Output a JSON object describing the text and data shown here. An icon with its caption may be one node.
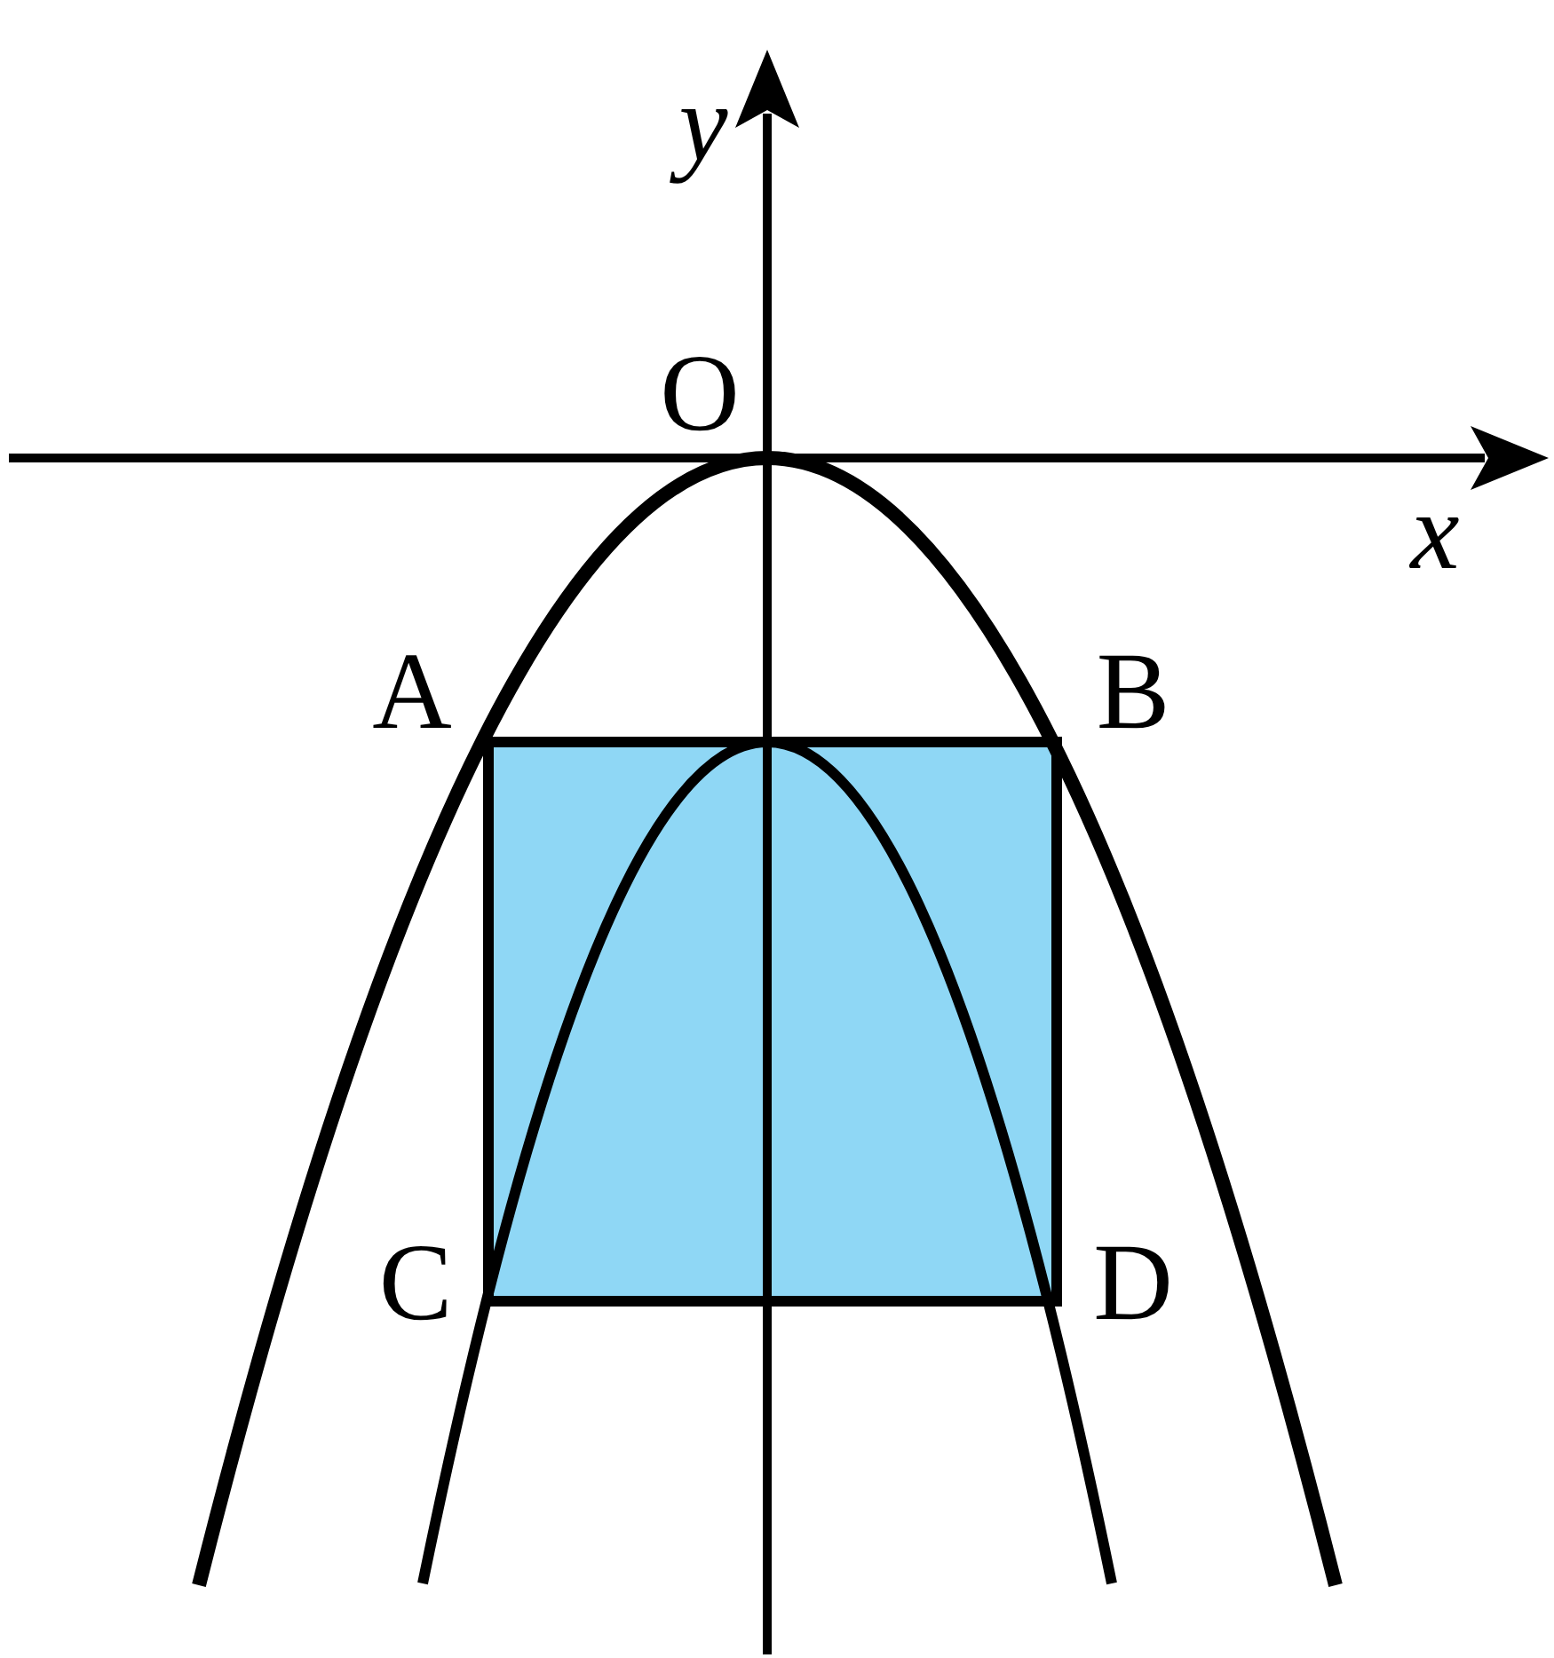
{
  "diagram": {
    "labels": [
      "y",
      "O",
      "x",
      "A",
      "B",
      "C",
      "D"
    ]
  }
}
